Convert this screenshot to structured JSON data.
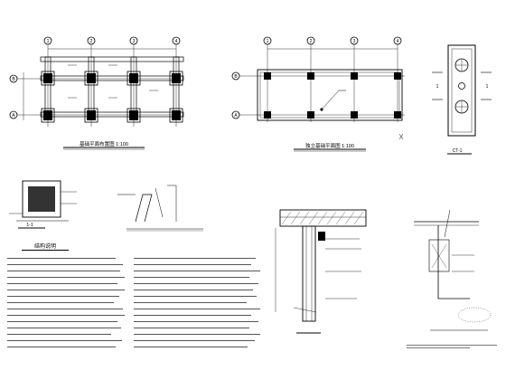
{
  "sheet": {
    "background": "#ffffff",
    "line_color": "#000000"
  },
  "plan_left": {
    "axes_top": [
      "1",
      "2",
      "3",
      "4"
    ],
    "axes_side": [
      "B",
      "A"
    ],
    "title": "基础平面布置图 1:100"
  },
  "plan_right": {
    "axes_top": [
      "1",
      "2",
      "3",
      "4"
    ],
    "axes_side": [
      "B",
      "A"
    ],
    "title": "独立基础平面图 1:100"
  },
  "detail_ct1": {
    "title": "CT-1",
    "section_label": "1"
  },
  "section_1_1": {
    "title": "1-1"
  },
  "notes": {
    "title": "结构说明"
  }
}
